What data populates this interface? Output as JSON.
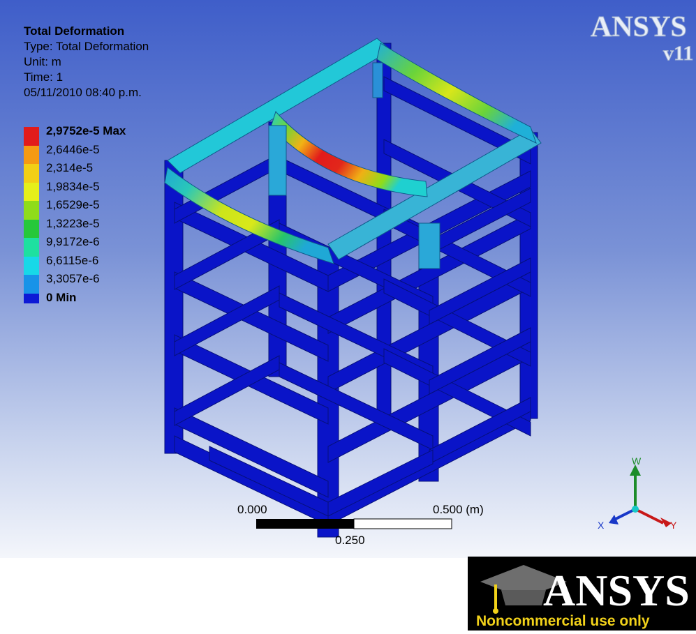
{
  "info": {
    "title": "Total Deformation",
    "type": "Type: Total Deformation",
    "unit": "Unit: m",
    "time": "Time: 1",
    "date": "05/11/2010 08:40 p.m."
  },
  "legend": [
    {
      "label": "2,9752e-5 Max",
      "color": "#e21b1b",
      "bold": true
    },
    {
      "label": "2,6446e-5",
      "color": "#f59a14",
      "bold": false
    },
    {
      "label": "2,314e-5",
      "color": "#f2cf16",
      "bold": false
    },
    {
      "label": "1,9834e-5",
      "color": "#e6ef1a",
      "bold": false
    },
    {
      "label": "1,6529e-5",
      "color": "#8fdc1a",
      "bold": false
    },
    {
      "label": "1,3223e-5",
      "color": "#26c83a",
      "bold": false
    },
    {
      "label": "9,9172e-6",
      "color": "#1ee0a0",
      "bold": false
    },
    {
      "label": "6,6115e-6",
      "color": "#18d8e8",
      "bold": false
    },
    {
      "label": "3,3057e-6",
      "color": "#1893e8",
      "bold": false
    },
    {
      "label": "0 Min",
      "color": "#0d19d6",
      "bold": true
    }
  ],
  "logo_top": {
    "brand": "ANSYS",
    "version": "v11"
  },
  "scale_bar": {
    "left": "0.000",
    "right": "0.500 (m)",
    "mid": "0.250"
  },
  "triad": {
    "x": "X",
    "y": "Y",
    "z": "W"
  },
  "logo_bottom": {
    "brand": "ANSYS",
    "notice": "Noncommercial use only"
  },
  "colors": {
    "frame": "#0d19d6",
    "max": "#e21b1b",
    "mid": "#e6ef1a",
    "min": "#0d19d6"
  }
}
